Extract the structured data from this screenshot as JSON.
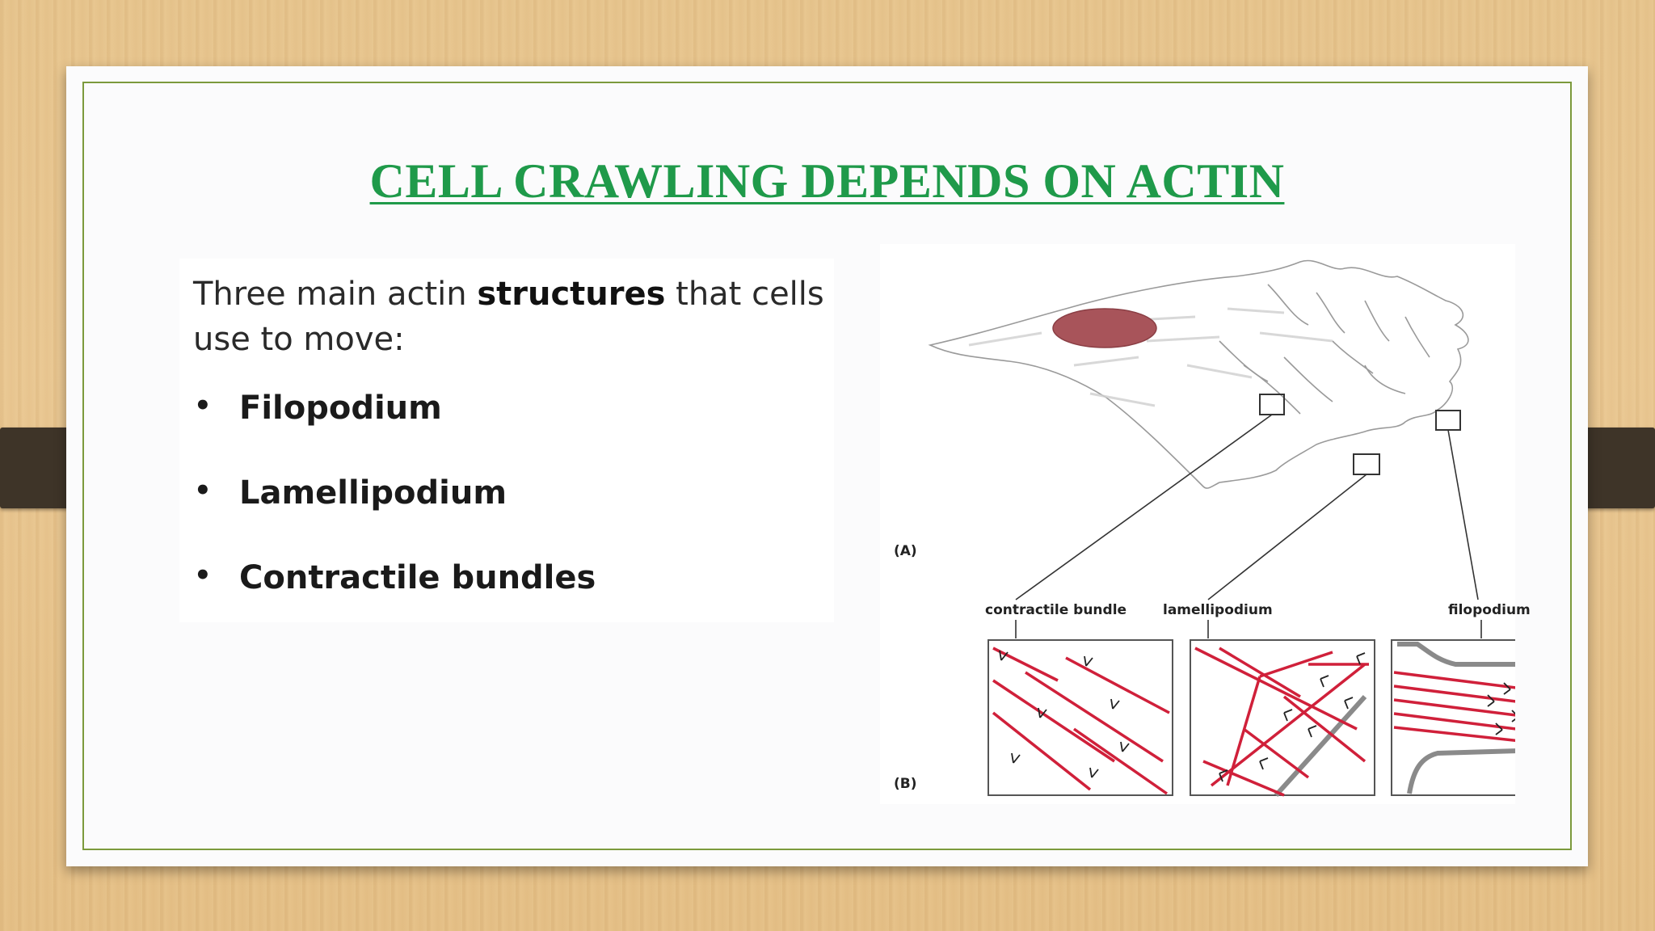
{
  "slide": {
    "title": "CELL CRAWLING DEPENDS ON ACTIN",
    "intro": {
      "before": "Three main actin ",
      "bold": "structures",
      "after": " that cells use to move:"
    },
    "bullets": [
      "Filopodium",
      "Lamellipodium",
      "Contractile bundles"
    ]
  },
  "figure": {
    "panel_a_label": "(A)",
    "panel_b_label": "(B)",
    "insets": [
      "contractile bundle",
      "lamellipodium",
      "filopodium"
    ]
  },
  "colors": {
    "title": "#1f9a4a",
    "frame": "#7c9a3c",
    "actin": "#d0203a",
    "nucleus": "#a8545a"
  }
}
